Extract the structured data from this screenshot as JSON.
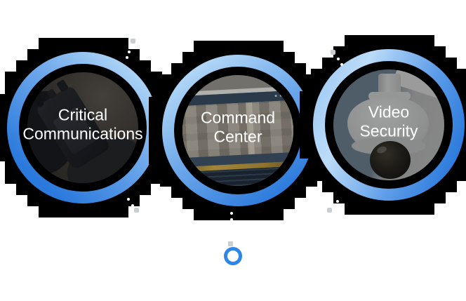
{
  "colors": {
    "halo": "#000000",
    "ring_light": "#b9dcf8",
    "ring_dark": "#2a79dc",
    "icon_blue": "#2f86e9",
    "dot_gray": "#c9ced4",
    "dot_white": "#ffffff",
    "label_text": "#ffffff"
  },
  "items": [
    {
      "id": "critical-communications",
      "label_line1": "Critical",
      "label_line2": "Communications",
      "image": "gloved-hand-two-way-radio-photo"
    },
    {
      "id": "command-center",
      "label_line1": "Command",
      "label_line2": "Center",
      "image": "command-center-dashboard-photo"
    },
    {
      "id": "video-security",
      "label_line1": "Video",
      "label_line2": "Security",
      "image": "dome-security-camera-photo"
    }
  ],
  "connector": {
    "icon": "ring-icon"
  }
}
